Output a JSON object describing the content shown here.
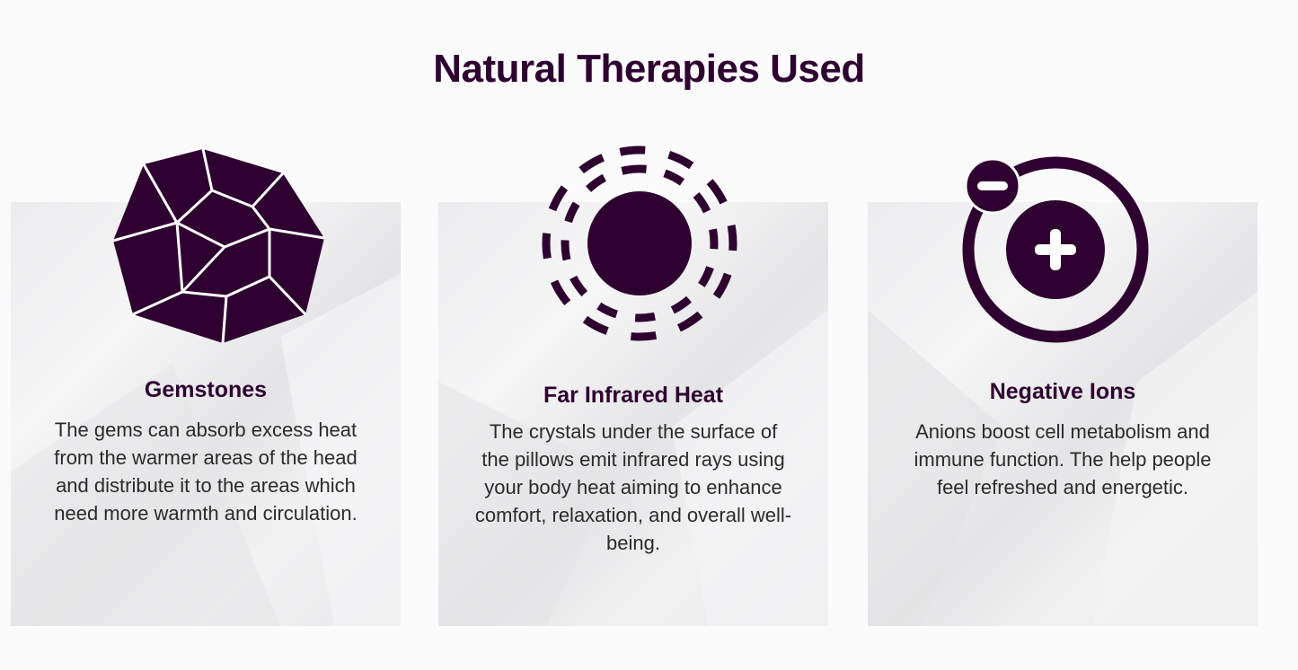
{
  "title": "Natural Therapies Used",
  "accent_color": "#2e0030",
  "cards": [
    {
      "icon": "gemstone-icon",
      "heading": "Gemstones",
      "body": "The gems can absorb excess heat from the warmer areas of the head and distribute it to the areas which need more warmth and circulation."
    },
    {
      "icon": "sun-heat-icon",
      "heading": "Far Infrared Heat",
      "body": "The crystals under the surface of the pillows emit infrared rays using your body heat aiming to enhance comfort, relaxation, and overall well-being."
    },
    {
      "icon": "ion-icon",
      "heading": "Negative Ions",
      "body": "Anions boost cell metabolism and immune function. The help people feel refreshed and energetic."
    }
  ]
}
